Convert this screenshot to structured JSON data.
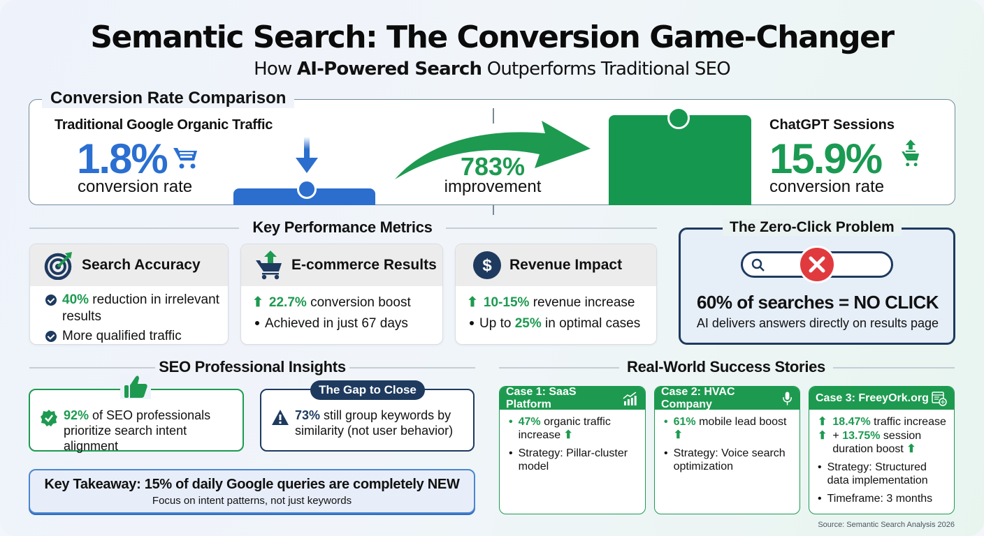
{
  "header": {
    "title": "Semantic Search: The Conversion Game-Changer",
    "subtitle_prefix": "How ",
    "subtitle_bold": "AI-Powered Search",
    "subtitle_suffix": " Outperforms Traditional SEO"
  },
  "conversion": {
    "section_title": "Conversion Rate Comparison",
    "traditional": {
      "label": "Traditional Google Organic Traffic",
      "value": "1.8%",
      "caption": "conversion rate",
      "color": "#2a6fd1",
      "icon": "cart-icon"
    },
    "improvement": {
      "value": "783%",
      "caption": "improvement",
      "color": "#1d9a50"
    },
    "chatgpt": {
      "label": "ChatGPT Sessions",
      "value": "15.9%",
      "caption": "conversion rate",
      "color": "#1a9a52",
      "icon": "cart-up-icon"
    }
  },
  "metrics": {
    "section_title": "Key Performance Metrics",
    "cards": [
      {
        "title": "Search Accuracy",
        "icon": "target-icon",
        "rows": [
          {
            "highlight": "40%",
            "text": " reduction in irrelevant results"
          },
          {
            "highlight": "",
            "text": "More qualified traffic"
          }
        ]
      },
      {
        "title": "E-commerce Results",
        "icon": "cart-up-icon",
        "rows": [
          {
            "highlight": "22.7%",
            "text": " conversion boost"
          },
          {
            "highlight": "",
            "text": "Achieved in just 67 days"
          }
        ]
      },
      {
        "title": "Revenue Impact",
        "icon": "dollar-icon",
        "rows": [
          {
            "highlight": "10-15%",
            "text": " revenue increase"
          },
          {
            "prefix": "Up to ",
            "highlight": "25%",
            "text": " in optimal cases"
          }
        ]
      }
    ]
  },
  "zero_click": {
    "title": "The Zero-Click Problem",
    "headline": "60% of searches = NO CLICK",
    "caption": "AI delivers answers directly on results page"
  },
  "insights": {
    "section_title": "SEO Professional Insights",
    "positive": {
      "highlight": "92%",
      "text": " of SEO professionals prioritize search intent alignment"
    },
    "gap_label": "The Gap to Close",
    "gap": {
      "highlight": "73%",
      "text": " still group keywords by similarity (not user behavior)"
    },
    "takeaway": {
      "main": "Key Takeaway: 15% of daily Google queries are completely NEW",
      "sub": "Focus on intent patterns, not just keywords"
    }
  },
  "stories": {
    "section_title": "Real-World Success Stories",
    "cases": [
      {
        "title": "Case 1: SaaS Platform",
        "icon": "growth-chart-icon",
        "items": [
          {
            "highlight": "47%",
            "text": " organic traffic increase"
          },
          {
            "text": "Strategy: Pillar-cluster model"
          }
        ]
      },
      {
        "title": "Case 2: HVAC Company",
        "icon": "microphone-icon",
        "items": [
          {
            "highlight": "61%",
            "text": " mobile lead boost"
          },
          {
            "text": "Strategy: Voice search optimization"
          }
        ]
      },
      {
        "title": "Case 3: FreeyOrk.org",
        "icon": "structured-data-icon",
        "items": [
          {
            "highlight": "18.47%",
            "text": " traffic increase"
          },
          {
            "prefix": "+ ",
            "highlight": "13.75%",
            "text": " session duration boost"
          },
          {
            "text": "Strategy: Structured data implementation"
          },
          {
            "text": "Timeframe: 3 months"
          }
        ]
      }
    ]
  },
  "footer": {
    "source": "Source: Semantic Search Analysis 2026"
  }
}
